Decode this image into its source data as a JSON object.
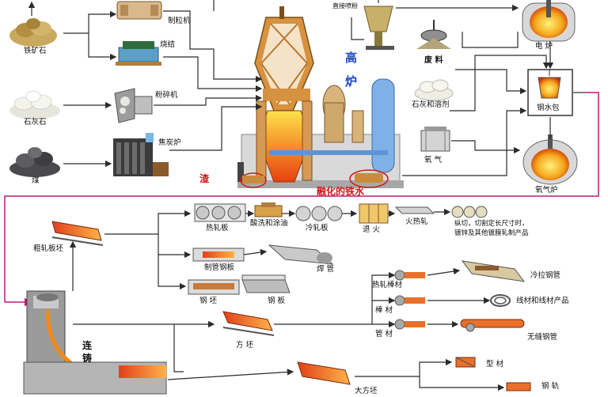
{
  "colors": {
    "flow_line": "#2b2b2b",
    "rolling_line": "#c0197b",
    "hot_metal": "#f08a1a",
    "furnace_body": "#c98b3c",
    "water_blue": "#7fb0e6",
    "text_red": "#d01818",
    "text_blue": "#1a46c8"
  },
  "labels": {
    "iron_ore": "铁矿石",
    "pelletizer": "制粒机",
    "sinter": "烧结",
    "limestone": "石灰石",
    "crusher": "粉碎机",
    "coal": "煤",
    "coke_oven": "焦炭炉",
    "direct_injection": "直接喷粉",
    "blast_furnace_1": "高",
    "blast_furnace_2": "炉",
    "slag": "渣",
    "molten_iron": "融化的铁水",
    "scrap": "废 料",
    "lime_flux": "石灰和溶剂",
    "oxygen": "氧 气",
    "electric_furnace": "电 炉",
    "ladle": "钢水包",
    "oxygen_furnace": "氧气炉",
    "rough_slab": "粗轧板坯",
    "hot_rolled_sheet": "热轧板",
    "pickling_coating": "酸洗和涂油",
    "cold_rolled_sheet": "冷轧板",
    "annealing": "退 火",
    "hot_rolling": "火热轧",
    "finishing_note_1": "纵切，切割定长尺寸时，",
    "finishing_note_2": "镀锌及其他镀膜轧制产品",
    "pipe_sheet": "制管钢板",
    "welded_pipe": "焊 管",
    "billet": "钢 坯",
    "steel_plate": "钢 板",
    "hot_rolled_bar": "热轧棒材",
    "bar": "棒 材",
    "tube_stock": "管 材",
    "cold_drawn_tube": "冷拉钢管",
    "wire_products": "线材和线材产品",
    "seamless_tube": "无缝钢管",
    "continuous_casting": "连\n铸",
    "square_billet": "方 坯",
    "large_billet": "大方坯",
    "section_steel": "型 材",
    "rail": "钢 轨"
  }
}
